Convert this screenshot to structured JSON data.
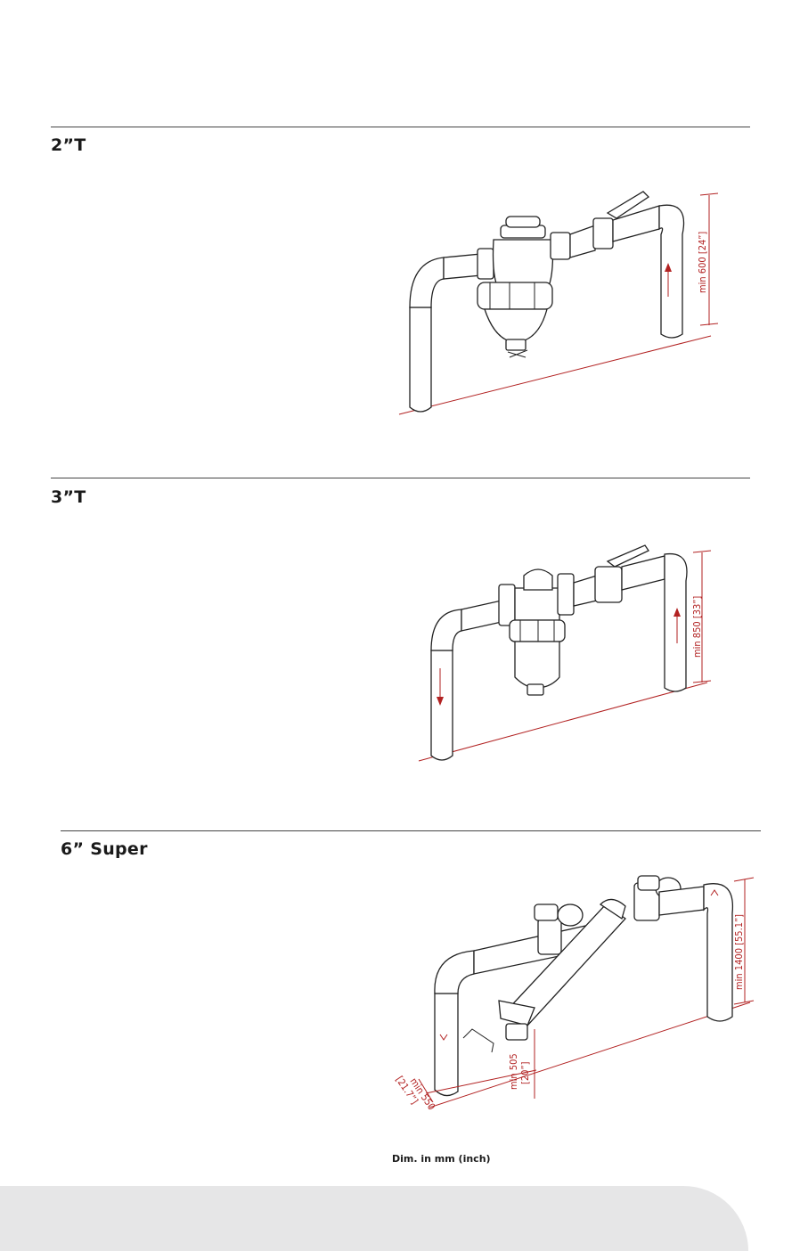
{
  "sections": [
    {
      "id": "2t",
      "title": "2”T",
      "dimensions": {
        "height_label": "min 600 [24”]"
      }
    },
    {
      "id": "3t",
      "title": "3”T",
      "dimensions": {
        "height_label": "min 850 [33”]"
      }
    },
    {
      "id": "6super",
      "title": "6” Super",
      "dimensions": {
        "height_label": "min 1400 [55.1”]",
        "clearance_label_a": "min 505",
        "clearance_label_a_inch": "[20”]",
        "depth_label_a": "min 550",
        "depth_label_a_inch": "[21.7”]"
      }
    }
  ],
  "footnote": "Dim. in mm (inch)",
  "colors": {
    "dimension": "#b22222",
    "rule": "#444444",
    "footer": "#e6e6e7"
  }
}
